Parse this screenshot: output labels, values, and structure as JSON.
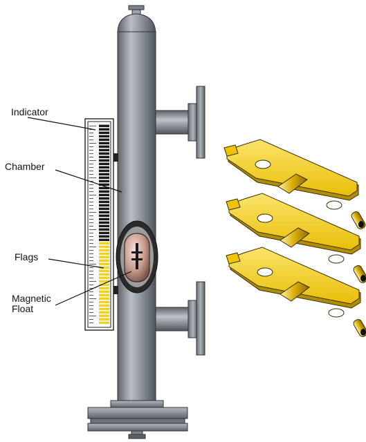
{
  "labels": {
    "indicator": "Indicator",
    "chamber": "Chamber",
    "flags": "Flags",
    "magnetic": "Magnetic",
    "float": "Float"
  },
  "colors": {
    "pipe": "#8f959c",
    "pipe_dark": "#555b62",
    "flag_white": "#f4f4f4",
    "flag_yellow": "#f2d21a",
    "flag_black": "#1a1a1a",
    "float_body": "#c79a8e",
    "plate_yellow": "#f5d21e",
    "plate_shadow": "#b08c00"
  },
  "indicator_scale": {
    "total_flags": 58,
    "yellow_flags": 24
  }
}
